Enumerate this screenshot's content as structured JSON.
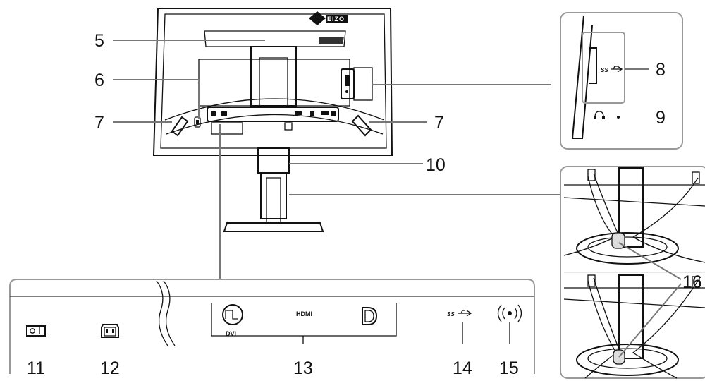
{
  "labels": {
    "n5": "5",
    "n6": "6",
    "n7a": "7",
    "n7b": "7",
    "n8": "8",
    "n9": "9",
    "n10": "10",
    "n11": "11",
    "n12": "12",
    "n13": "13",
    "n14": "14",
    "n15": "15",
    "n16": "16"
  },
  "brand": "EIZO",
  "port_text": {
    "dvi": "DVI",
    "hdmi": "HDMI",
    "usb": "SS"
  },
  "icons": {
    "power_switch": "power-switch-icon",
    "ac_inlet": "ac-power-inlet-icon",
    "dvi": "dvi-port-icon",
    "hdmi": "hdmi-port-icon",
    "displayport": "displayport-icon",
    "usb": "usb-superspeed-icon",
    "wireless": "wireless-antenna-icon",
    "headphone": "headphone-jack-icon"
  }
}
